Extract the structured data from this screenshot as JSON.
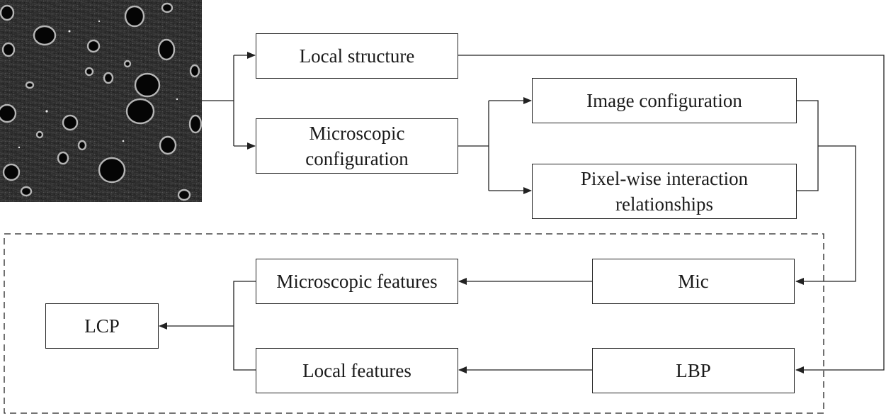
{
  "nodes": {
    "local_structure": "Local structure",
    "microscopic_configuration_l1": "Microscopic",
    "microscopic_configuration_l2": "configuration",
    "image_configuration": "Image configuration",
    "pixel_wise_l1": "Pixel-wise interaction",
    "pixel_wise_l2": "relationships",
    "microscopic_features": "Microscopic features",
    "mic": "Mic",
    "lcp": "LCP",
    "local_features": "Local features",
    "lbp": "LBP"
  },
  "colors": {
    "line": "#222222",
    "background": "#ffffff",
    "texture_base": "#2b2b2b"
  }
}
